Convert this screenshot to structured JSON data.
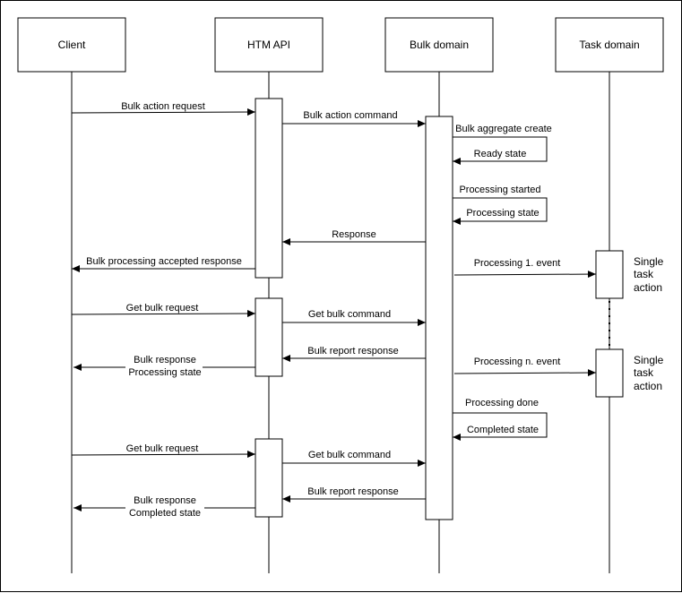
{
  "participants": {
    "client": "Client",
    "api": "HTM API",
    "bulk": "Bulk domain",
    "task": "Task domain"
  },
  "messages": {
    "m1": "Bulk action request",
    "m2": "Bulk action command",
    "m3": "Bulk aggregate create",
    "m4": "Ready state",
    "m5": "Processing started",
    "m6": "Processing state",
    "m7": "Response",
    "m8": "Bulk processing accepted response",
    "m9": "Processing 1. event",
    "m10": "Get bulk request",
    "m11": "Get bulk command",
    "m12": "Bulk report response",
    "m13a": "Bulk response",
    "m13b": "Processing state",
    "m14": "Processing n. event",
    "m15": "Processing done",
    "m16": "Completed state",
    "m17": "Get bulk request",
    "m18": "Get bulk command",
    "m19": "Bulk report response",
    "m20a": "Bulk response",
    "m20b": "Completed state"
  },
  "side_notes": {
    "task1": [
      "Single",
      "task",
      "action"
    ],
    "task2": [
      "Single",
      "task",
      "action"
    ]
  }
}
